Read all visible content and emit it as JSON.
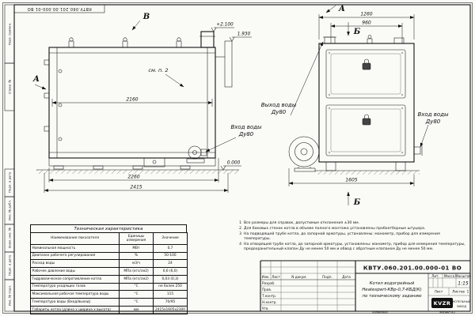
{
  "frame": {
    "stamp": "КВТУ.060.201.00.000-01 ВО",
    "side_labels": [
      "Перв. примен.",
      "Справ. №",
      "Подп. и дата",
      "Инв. № дубл.",
      "Взам. инв. №",
      "Подп. и дата",
      "Инв. № подл."
    ],
    "copied_label": "Копировал",
    "format_label": "Формат А3"
  },
  "views": {
    "letter_a": "А",
    "letter_b": "Б",
    "letter_v": "В",
    "see_note": "см. п. 2",
    "elev_top": "+2.100",
    "elev_wall": "1.930",
    "elev_zero": "0.000",
    "water_outlet_label": "Выход воды",
    "water_inlet_label": "Вход воды",
    "dn_label": "Ду80",
    "dims": {
      "inner_length": "2160",
      "base_length": "2260",
      "total_length": "2415",
      "front_width": "1260",
      "front_inner_width": "960",
      "front_overall": "1605"
    }
  },
  "tech_table": {
    "title": "Техническая характеристика",
    "headers": [
      "Наименование показателя",
      "Единицы измерения",
      "Значение"
    ],
    "rows": [
      {
        "name": "Номинальная мощность",
        "unit": "МВт",
        "value": "0,7"
      },
      {
        "name": "Диапазон рабочего регулирования",
        "unit": "%",
        "value": "50-100"
      },
      {
        "name": "Расход воды",
        "unit": "м3/ч",
        "value": "24"
      },
      {
        "name": "Рабочее давление воды",
        "unit": "МПа (кгс/см2)",
        "value": "0,6 (6,0)"
      },
      {
        "name": "Гидравлическое сопротивление котла",
        "unit": "МПа (кгс/см2)",
        "value": "0,03 (0,3)"
      },
      {
        "name": "Температура уходящих газов",
        "unit": "°С",
        "value": "не более 250"
      },
      {
        "name": "Максимальная рабочая температура воды",
        "unit": "°С",
        "value": "115"
      },
      {
        "name": "Температура воды (Вход/выход)",
        "unit": "°С",
        "value": "70/95"
      },
      {
        "name": "Габариты котла (длина х ширина х высота)",
        "unit": "мм",
        "value": "2415х1605х2300"
      }
    ]
  },
  "notes": [
    {
      "num": "1",
      "text": "Все размеры для справок, допустимые отклонения ±30 мм."
    },
    {
      "num": "2",
      "text": "Для боковых стенок котла в объеме полного монтажа установлены пробоотборные штуцера."
    },
    {
      "num": "3",
      "text": "На подводящей трубе котла, до запорной арматуры, установлены: манометр, прибор для измерения температуры."
    },
    {
      "num": "4",
      "text": "На отводящей трубе котла, до запорной арматуры, установлены: манометр, прибор для измерения температуры, предохранительный клапан Ду не менее 50 мм и обвод с обратным клапаном Ду не менее 50 мм."
    }
  ],
  "title_block": {
    "doc_number": "КВТУ.060.201.00.000-01 ВО",
    "product_name_1": "Котел водогрейный",
    "product_name_2": "Heatexpert-КВр-0,7-КБД(К)",
    "product_name_3": "по техническому заданию",
    "header_row": [
      "Изм.",
      "Лист",
      "N докум.",
      "Подп.",
      "Дата"
    ],
    "roles": [
      "Разраб.",
      "Пров.",
      "Т.контр.",
      "Н.контр.",
      "Утв."
    ],
    "lit_label": "Лит.",
    "mass_label": "Масса",
    "scale_label": "Масштаб",
    "scale_value": "1:15",
    "sheet_label": "Лист",
    "sheets_label": "Листов",
    "sheets_value": "1",
    "logo": "KVZR",
    "company_1": "КОТЕЛЬНЫЙ",
    "company_2": "ЗАВОД"
  }
}
